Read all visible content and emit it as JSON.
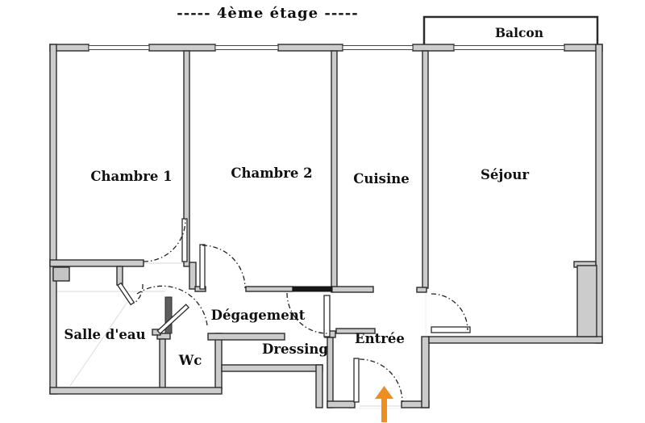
{
  "title": "-----  4ème étage  -----",
  "rooms": [
    {
      "name": "Balcon"
    },
    {
      "name": "Chambre 1"
    },
    {
      "name": "Chambre 2"
    },
    {
      "name": "Cuisine"
    },
    {
      "name": "Séjour"
    },
    {
      "name": "Salle d'eau"
    },
    {
      "name": "Wc"
    },
    {
      "name": "Dégagement"
    },
    {
      "name": "Dressing"
    },
    {
      "name": "Entrée"
    }
  ],
  "entrance": {
    "marker": "up-arrow",
    "color": "#ef8e1d"
  },
  "colors": {
    "wall_fill": "#cccccc",
    "wall_stroke": "#2b2b2b",
    "door_arc": "#222222",
    "background": "#ffffff"
  }
}
